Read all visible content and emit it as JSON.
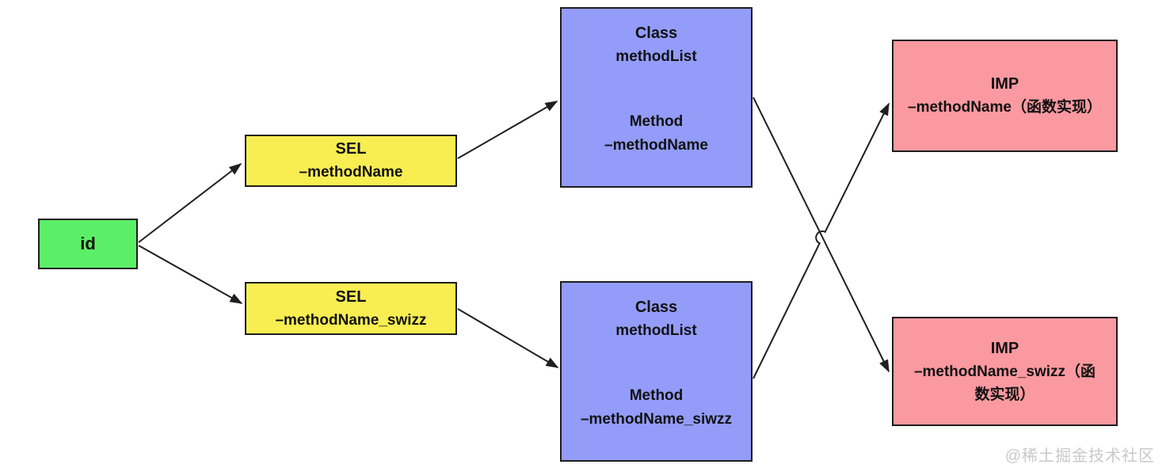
{
  "diagram": {
    "title_semantic": "Objective-C method swizzling runtime lookup diagram",
    "colors": {
      "id_node_bg": "#5bef68",
      "sel_node_bg": "#f8ee52",
      "class_node_bg": "#939cf8",
      "imp_node_bg": "#fb99a0",
      "border": "#1d1d1d",
      "arrow": "#1f1f1f",
      "watermark": "#c9c9c9"
    },
    "nodes": {
      "id": {
        "label": "id"
      },
      "sel_top": {
        "line1": "SEL",
        "line2": "–methodName"
      },
      "sel_bottom": {
        "line1": "SEL",
        "line2": "–methodName_swizz"
      },
      "class_top": {
        "line1": "Class",
        "line2": "methodList",
        "line3": "Method",
        "line4": "–methodName"
      },
      "class_bottom": {
        "line1": "Class",
        "line2": "methodList",
        "line3": "Method",
        "line4": "–methodName_siwzz"
      },
      "imp_top": {
        "line1": "IMP",
        "line2": "–methodName（函数实现）"
      },
      "imp_bottom": {
        "line1": "IMP",
        "line2": "–methodName_swizz（函数实现）"
      }
    },
    "edges": [
      {
        "from": "id",
        "to": "sel_top"
      },
      {
        "from": "id",
        "to": "sel_bottom"
      },
      {
        "from": "sel_top",
        "to": "class_top"
      },
      {
        "from": "sel_bottom",
        "to": "class_bottom"
      },
      {
        "from": "class_top",
        "to": "imp_bottom",
        "note": "crossed (swizzled)"
      },
      {
        "from": "class_bottom",
        "to": "imp_top",
        "note": "crossed (swizzled), line hop at intersection"
      }
    ],
    "watermark": "@稀土掘金技术社区"
  }
}
